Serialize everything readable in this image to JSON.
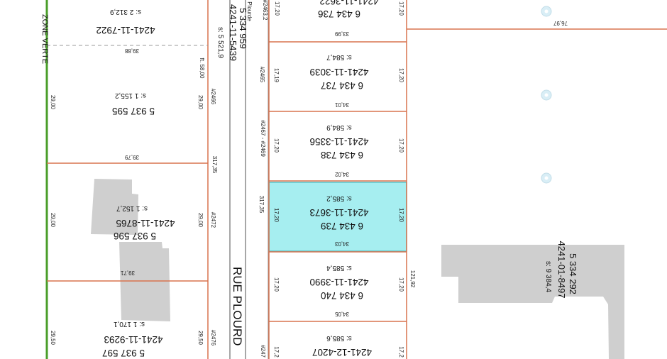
{
  "map": {
    "zone_label": "ZONE VERTE",
    "street_label": "RUE PLOURD",
    "street_plate_label": "Plourde",
    "colors": {
      "lot_line": "#d8734e",
      "zone_line": "#4a9e2a",
      "selected_fill": "#a6eef0",
      "selected_border": "#5ac0c4",
      "building": "#cfcfcf",
      "road_line": "#8a8a8a",
      "marker": "#cfe8f2"
    },
    "road_parcel": {
      "lot": "5 334 959",
      "roll": "4241-11-5439",
      "area": "s: 5 521,9",
      "depth": "317,35"
    },
    "west_lots": [
      {
        "lot": "",
        "roll": "4241-11-7922",
        "area": "s: 2 312,9",
        "top_dim": "",
        "bottom_dim": "39,88",
        "side_left": "",
        "side_right": ""
      },
      {
        "lot": "5 937 595",
        "roll": "",
        "area": "s: 1 155,2",
        "top_dim": "",
        "bottom_dim": "39,79",
        "side_left": "29,00",
        "side_right": "29,00",
        "civic": "#2466",
        "extra": "ft. 58,00"
      },
      {
        "lot": "5 937 596",
        "roll": "4241-11-8765",
        "area": "s: 1 152,7",
        "top_dim": "",
        "bottom_dim": "39,71",
        "side_left": "29,00",
        "side_right": "29,00",
        "civic": "#2472"
      },
      {
        "lot": "5 937 597",
        "roll": "4241-11-9293",
        "area": "s: 1 170,1",
        "top_dim": "",
        "bottom_dim": "",
        "side_left": "29,50",
        "side_right": "29,50",
        "civic": "#2476"
      }
    ],
    "west_depth_label": "317,35",
    "east_lots": [
      {
        "lot": "6 434 736",
        "roll": "4241-11-3622",
        "area": "",
        "civic": "#2463,2",
        "side_left": "17,20",
        "side_right": "17,20",
        "bottom_dim": "33,99",
        "selected": false
      },
      {
        "lot": "6 434 737",
        "roll": "4241-11-3039",
        "area": "s: 584,7",
        "civic": "#2465",
        "side_left": "17,19",
        "side_right": "17,20",
        "bottom_dim": "34,01",
        "selected": false
      },
      {
        "lot": "6 434 738",
        "roll": "4241-11-3356",
        "area": "s: 584,9",
        "civic": "#2467 - #2469",
        "side_left": "17,20",
        "side_right": "17,20",
        "bottom_dim": "34,02",
        "selected": false
      },
      {
        "lot": "6 434 739",
        "roll": "4241-11-3673",
        "area": "s: 585,2",
        "civic": "",
        "side_left": "17,20",
        "side_right": "17,20",
        "bottom_dim": "34,03",
        "selected": true
      },
      {
        "lot": "6 434 740",
        "roll": "4241-11-3990",
        "area": "s: 585,4",
        "civic": "",
        "side_left": "17,20",
        "side_right": "17,20",
        "bottom_dim": "34,05",
        "selected": false
      },
      {
        "lot": "",
        "roll": "4241-12-4207",
        "area": "s: 585,6",
        "civic": "#247",
        "side_left": "17,2",
        "side_right": "17,2",
        "bottom_dim": "",
        "selected": false
      }
    ],
    "big_lot": {
      "lot": "5 334 292",
      "roll": "4241-01-8497",
      "area": "s: 9 384,4",
      "dim_top": "76,97",
      "dim_side": "121,92"
    }
  }
}
